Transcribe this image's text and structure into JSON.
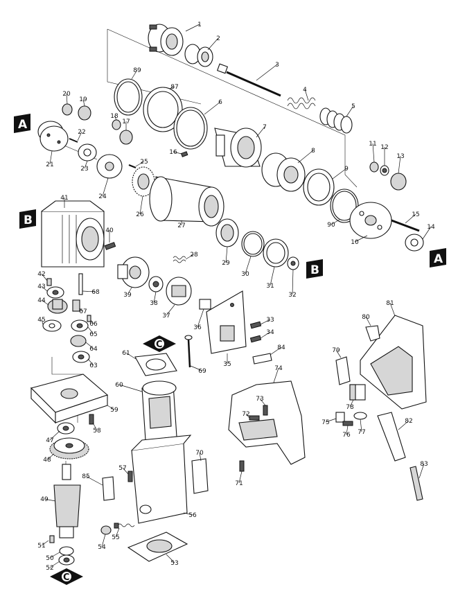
{
  "labels": [
    "1",
    "2",
    "3",
    "4",
    "5",
    "6",
    "7",
    "8",
    "9",
    "10",
    "11",
    "12",
    "13",
    "14",
    "15",
    "16",
    "17",
    "18",
    "19",
    "20",
    "21",
    "22",
    "23",
    "24",
    "25",
    "26",
    "27",
    "28",
    "29",
    "30",
    "31",
    "32",
    "33",
    "34",
    "35",
    "36",
    "37",
    "38",
    "39",
    "40",
    "41",
    "42",
    "43",
    "44",
    "45",
    "47",
    "48",
    "49",
    "50",
    "51",
    "52",
    "53",
    "54",
    "55",
    "56",
    "57",
    "58",
    "59",
    "60",
    "61",
    "63",
    "64",
    "65",
    "66",
    "67",
    "68",
    "69",
    "70",
    "71",
    "72",
    "73",
    "74",
    "75",
    "76",
    "77",
    "78",
    "79",
    "80",
    "81",
    "82",
    "83",
    "84",
    "85",
    "87",
    "89",
    "90"
  ],
  "refs": {
    "A": "A",
    "B": "B",
    "C": "C"
  }
}
